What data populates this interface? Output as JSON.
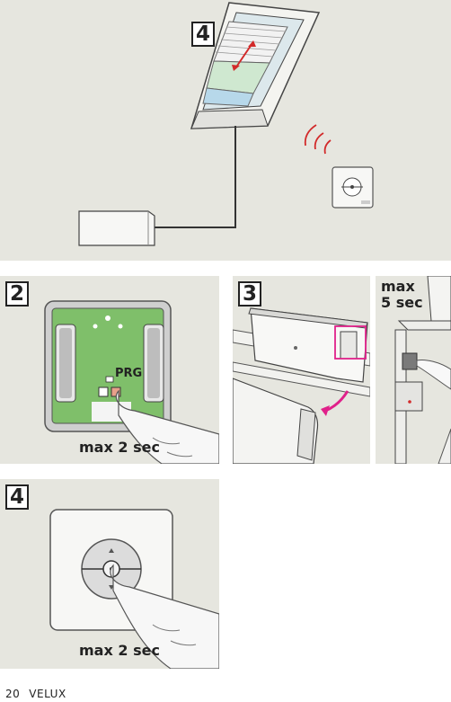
{
  "top": {
    "step_number": "4"
  },
  "step2": {
    "step_number": "2",
    "button_label": "PRG",
    "caption": "max 2 sec"
  },
  "step3": {
    "step_number": "3",
    "caption_line1": "max",
    "caption_line2": "5 sec"
  },
  "step4": {
    "step_number": "4",
    "caption": "max 2 sec"
  },
  "footer": {
    "page_number": "20",
    "brand": "VELUX"
  }
}
